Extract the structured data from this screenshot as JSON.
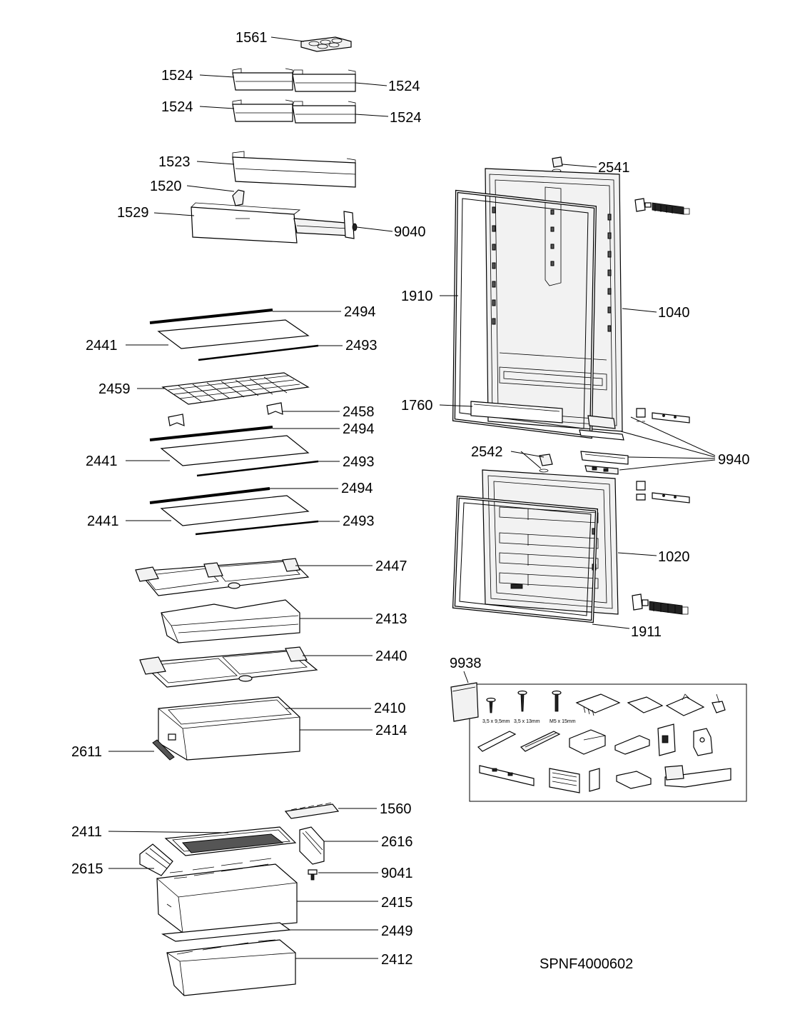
{
  "drawing_code": "SPNF4000602",
  "callouts": {
    "p1561": "1561",
    "p1524a": "1524",
    "p1524b": "1524",
    "p1524c": "1524",
    "p1524d": "1524",
    "p1523": "1523",
    "p1520": "1520",
    "p1529": "1529",
    "p9040": "9040",
    "p2541": "2541",
    "p1910": "1910",
    "p1040": "1040",
    "p2494a": "2494",
    "p2441a": "2441",
    "p2493a": "2493",
    "p2459": "2459",
    "p2458": "2458",
    "p2494b": "2494",
    "p1760": "1760",
    "p2441b": "2441",
    "p2493b": "2493",
    "p2542": "2542",
    "p9940": "9940",
    "p2494c": "2494",
    "p2441c": "2441",
    "p2493c": "2493",
    "p1020": "1020",
    "p2447": "2447",
    "p2413": "2413",
    "p1911": "1911",
    "p2440": "2440",
    "p9938": "9938",
    "p2410": "2410",
    "p2414": "2414",
    "p2611": "2611",
    "p1560": "1560",
    "p2411": "2411",
    "p2616": "2616",
    "p2615": "2615",
    "p9041": "9041",
    "p2415": "2415",
    "p2449": "2449",
    "p2412": "2412"
  },
  "screws": {
    "s1": "3,5 x 9,5mm",
    "s2": "3,5 x 13mm",
    "s3": "M5 x 15mm"
  }
}
